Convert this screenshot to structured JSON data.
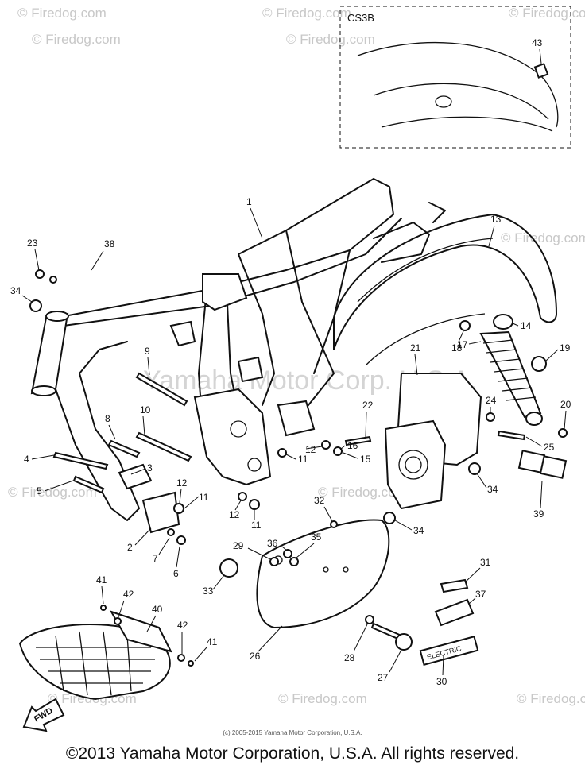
{
  "watermark": {
    "site": "© Firedog.com",
    "center": "Yamaha Motor Corp. U.S.A."
  },
  "inset": {
    "label": "CS3B",
    "part": "43"
  },
  "callouts": [
    "1",
    "2",
    "3",
    "4",
    "5",
    "6",
    "7",
    "8",
    "9",
    "10",
    "11",
    "12",
    "13",
    "14",
    "15",
    "16",
    "17",
    "18",
    "19",
    "20",
    "21",
    "22",
    "23",
    "24",
    "25",
    "26",
    "27",
    "28",
    "29",
    "30",
    "31",
    "32",
    "33",
    "34",
    "35",
    "36",
    "37",
    "38",
    "39",
    "40",
    "41",
    "42"
  ],
  "decal_labels": {
    "electric": "ELECTRIC",
    "fwd": "FWD"
  },
  "footer": {
    "small_credit": "(c) 2005-2015 Yamaha Motor Corporation, U.S.A.",
    "copyright": "©2013 Yamaha Motor Corporation, U.S.A. All rights reserved."
  }
}
